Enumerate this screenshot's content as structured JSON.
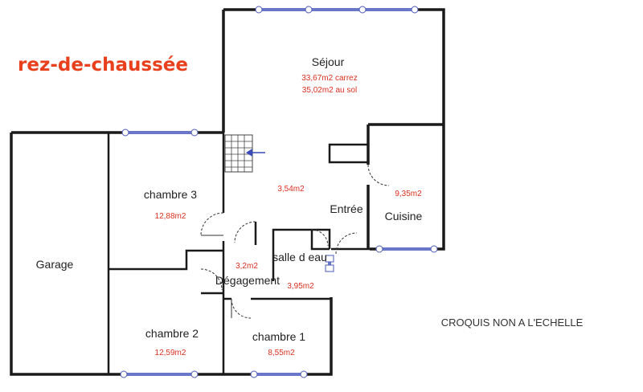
{
  "title": "rez-de-chaussée",
  "note": "CROQUIS NON A L'ECHELLE",
  "rooms": {
    "sejour": {
      "name": "Séjour",
      "area1": "33,67m2 carrez",
      "area2": "35,02m2 au sol"
    },
    "entree_area": "3,54m2",
    "entree": {
      "name": "Entrée"
    },
    "cuisine": {
      "name": "Cuisine",
      "area": "9,35m2"
    },
    "chambre3": {
      "name": "chambre 3",
      "area": "12,88m2"
    },
    "garage": {
      "name": "Garage"
    },
    "degagement": {
      "name": "Dégagement",
      "area": "3,2m2"
    },
    "salle_deau": {
      "name": "salle d eau",
      "area": "3,95m2"
    },
    "chambre2": {
      "name": "chambre 2",
      "area": "12,59m2"
    },
    "chambre1": {
      "name": "chambre 1",
      "area": "8,55m2"
    }
  },
  "colors": {
    "title": "#e8401c",
    "area_text": "#d9301f",
    "window": "#6a77c9"
  }
}
